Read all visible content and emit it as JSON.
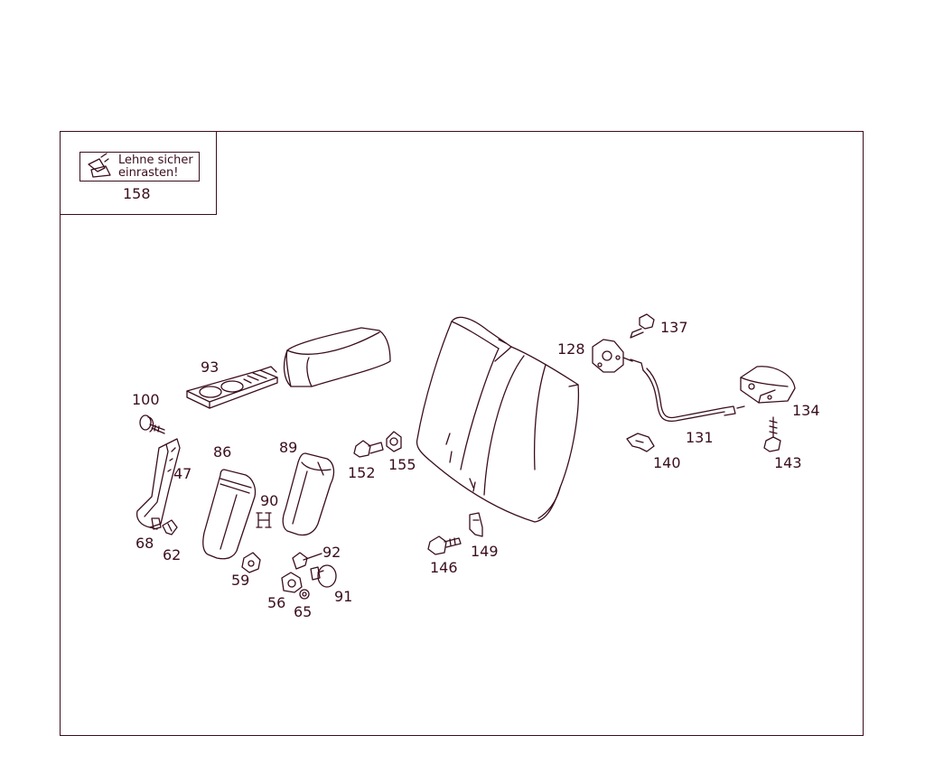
{
  "diagram": {
    "colors": {
      "line": "#3a0e1c",
      "background": "#ffffff"
    },
    "warning_label": {
      "line1": "Lehne sicher",
      "line2": "einrasten!",
      "part": "158",
      "icon": "seat-latch-icon"
    },
    "parts": {
      "p93": "93",
      "p100": "100",
      "p86": "86",
      "p89": "89",
      "p47": "47",
      "p90": "90",
      "p68": "68",
      "p62": "62",
      "p59": "59",
      "p92": "92",
      "p56": "56",
      "p65": "65",
      "p91": "91",
      "p152": "152",
      "p155": "155",
      "p146": "146",
      "p149": "149",
      "p128": "128",
      "p137": "137",
      "p134": "134",
      "p131": "131",
      "p140": "140",
      "p143": "143"
    }
  }
}
